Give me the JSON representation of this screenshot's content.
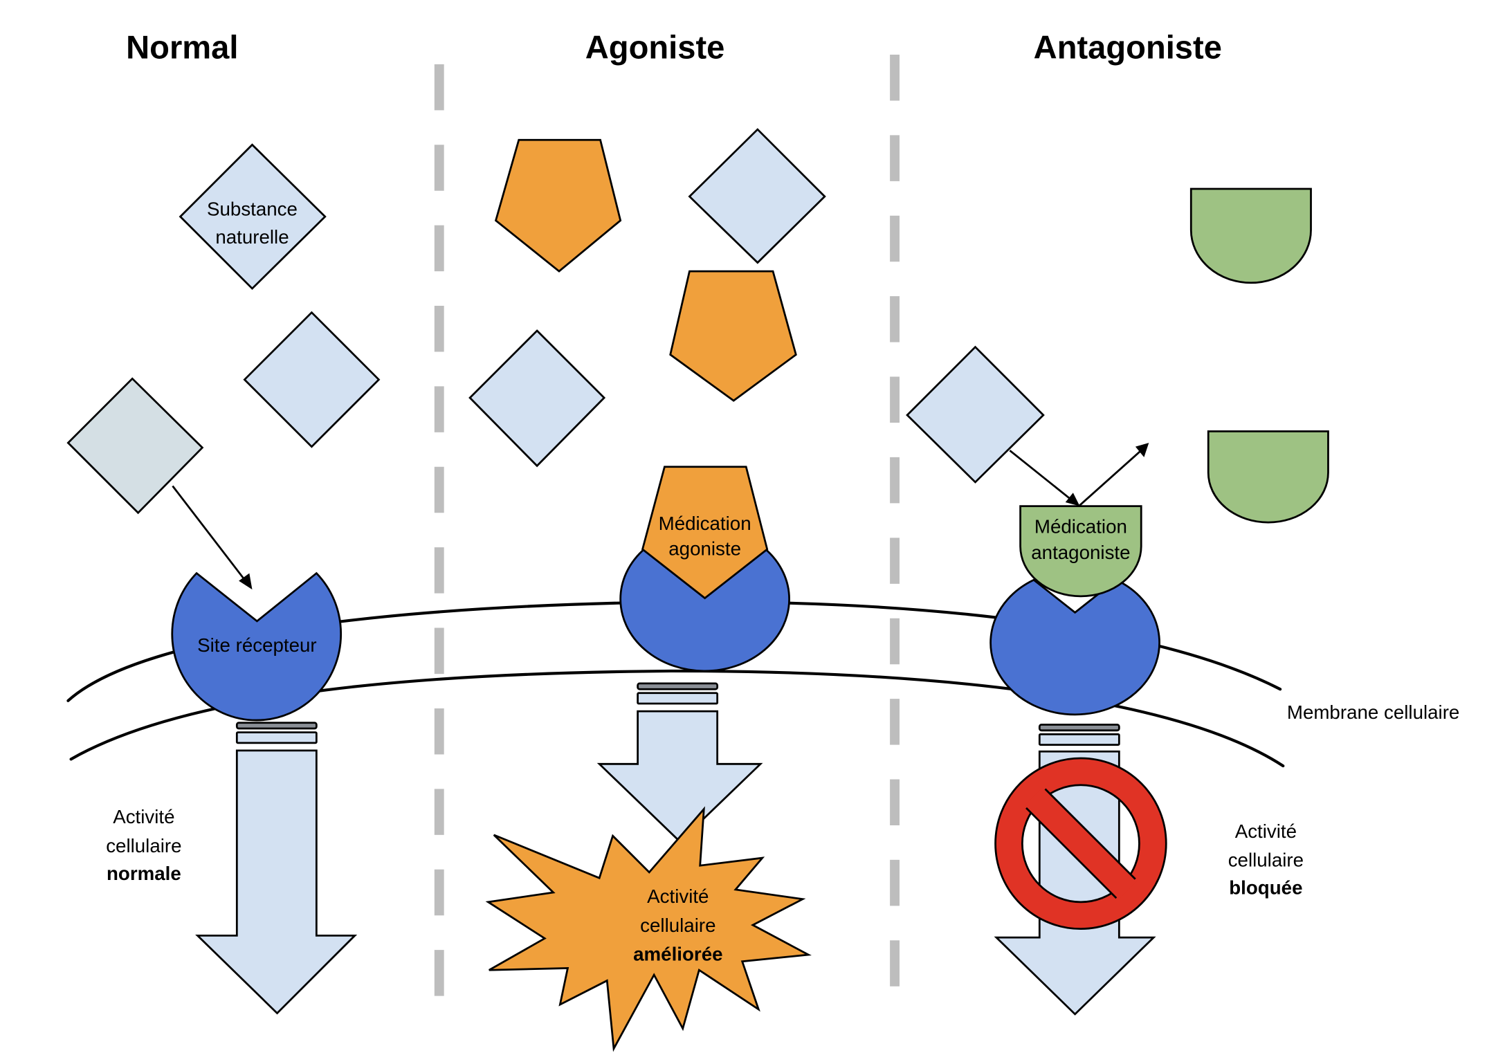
{
  "panels": {
    "normal": {
      "title": "Normal",
      "substance_label": [
        "Substance",
        "naturelle"
      ],
      "receptor_label": "Site récepteur",
      "activity_label": [
        "Activité",
        "cellulaire",
        "normale"
      ]
    },
    "agonist": {
      "title": "Agoniste",
      "drug_label": [
        "Médication",
        "agoniste"
      ],
      "activity_label": [
        "Activité",
        "cellulaire",
        "améliorée"
      ]
    },
    "antagonist": {
      "title": "Antagoniste",
      "drug_label": [
        "Médication",
        "antagoniste"
      ],
      "activity_label": [
        "Activité",
        "cellulaire",
        "bloquée"
      ]
    }
  },
  "membrane_label": "Membrane cellulaire",
  "colors": {
    "natural_substance": "#d3e1f2",
    "natural_substance_gray": "#d4dfe4",
    "agonist": "#f0a03c",
    "antagonist": "#9ec283",
    "receptor": "#4a72d2",
    "signal_arrow": "#d3e1f2",
    "block_sign": "#e03325",
    "divider": "#bdbdbd"
  },
  "icons": {
    "block": "no-entry-sign",
    "signal": "down-arrow",
    "burst": "starburst"
  }
}
